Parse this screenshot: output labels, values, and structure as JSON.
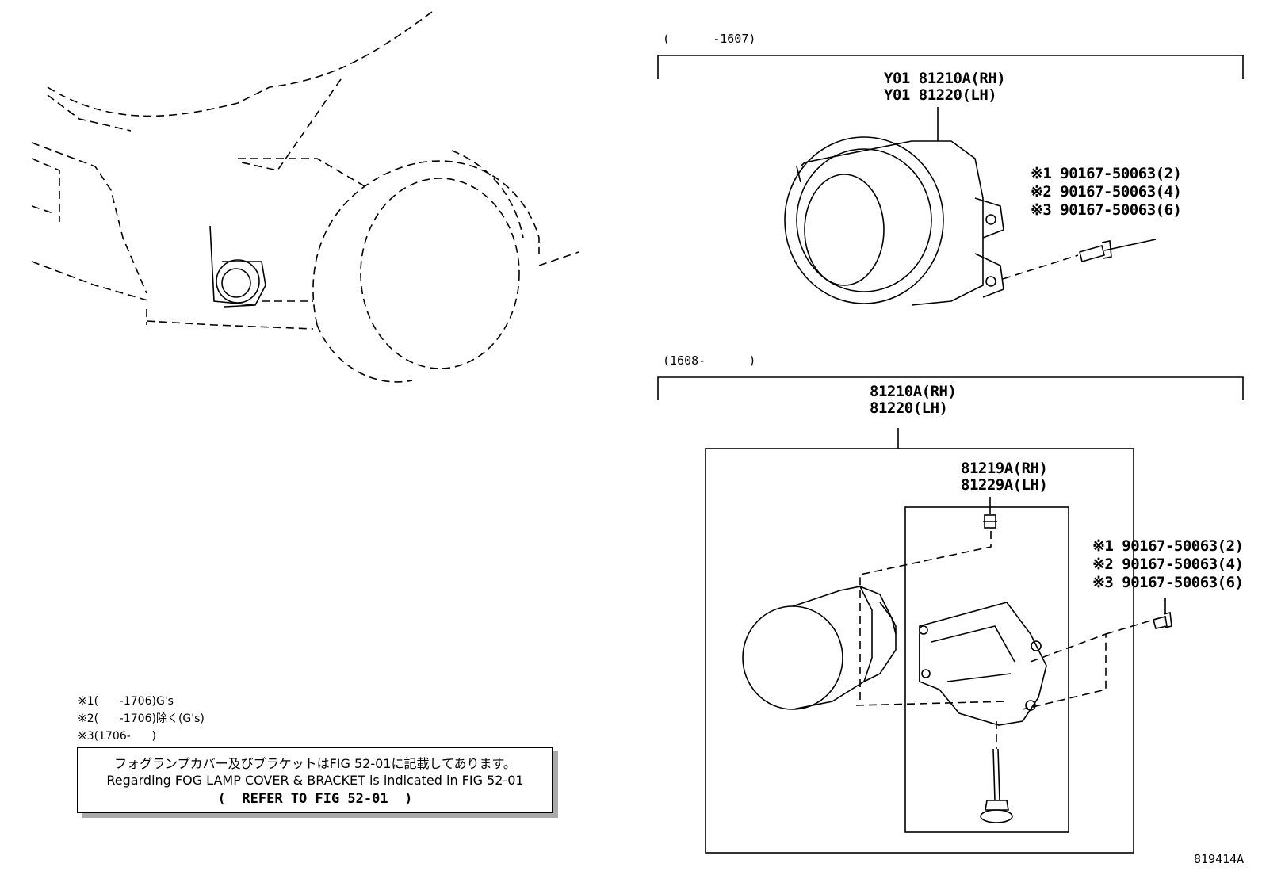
{
  "sections": {
    "upper_range": "(      -1607)",
    "lower_range": "(1608-      )"
  },
  "upper": {
    "lamp_rh": "Y01 81210A(RH)",
    "lamp_lh": "Y01 81220(LH)",
    "screw": [
      "※1 90167-50063(2)",
      "※2 90167-50063(4)",
      "※3 90167-50063(6)"
    ]
  },
  "lower": {
    "lamp_rh": "81210A(RH)",
    "lamp_lh": "81220(LH)",
    "bracket_rh": "81219A(RH)",
    "bracket_lh": "81229A(LH)",
    "screw": [
      "※1 90167-50063(2)",
      "※2 90167-50063(4)",
      "※3 90167-50063(6)"
    ]
  },
  "notes": [
    "※1(      -1706)G's",
    "※2(      -1706)除く(G's)",
    "※3(1706-      )"
  ],
  "reference_box": {
    "line_ja": "フォグランプカバー及びブラケットはFIG 52-01に記載してあります。",
    "line_en": "Regarding FOG LAMP COVER & BRACKET is indicated in FIG 52-01",
    "line_ref": "(  REFER TO FIG 52-01  )"
  },
  "figure_number": "819414A"
}
